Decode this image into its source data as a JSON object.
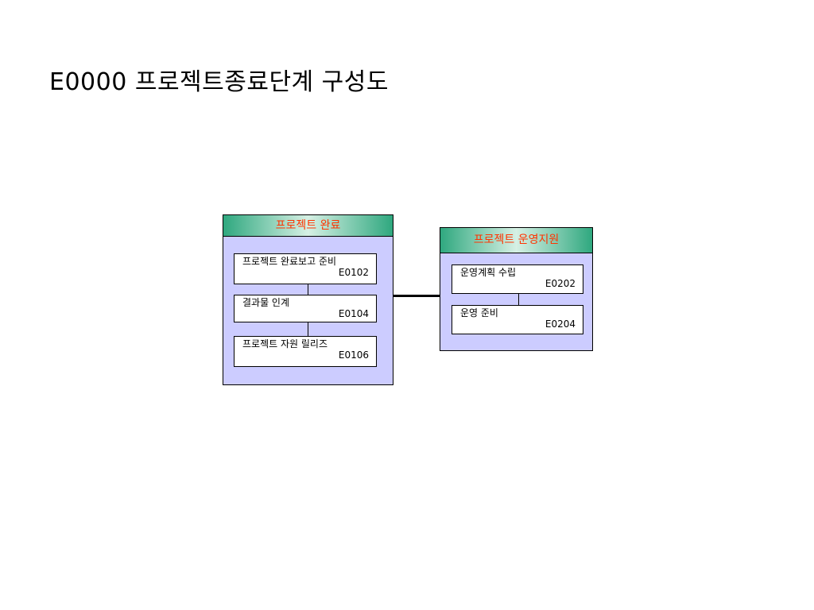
{
  "slide": {
    "title": "E0000 프로젝트종료단계 구성도"
  },
  "groups": [
    {
      "title": "프로젝트 완료",
      "tasks": [
        {
          "name": "프로젝트 완료보고 준비",
          "code": "E0102"
        },
        {
          "name": "결과물 인계",
          "code": "E0104"
        },
        {
          "name": "프로젝트 자원 릴리즈",
          "code": "E0106"
        }
      ]
    },
    {
      "title": "프로젝트 운영지원",
      "tasks": [
        {
          "name": "운영계획 수립",
          "code": "E0202"
        },
        {
          "name": "운영 준비",
          "code": "E0204"
        }
      ]
    }
  ],
  "colors": {
    "group_fill": "#ccccff",
    "header_gradient": "#2fa87f",
    "header_text": "#ff3300",
    "task_fill": "#ffffff",
    "border": "#000000"
  }
}
